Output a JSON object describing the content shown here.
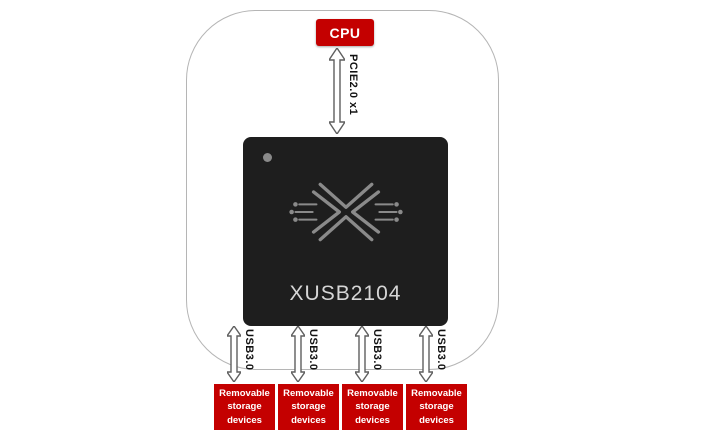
{
  "cpu": {
    "label": "CPU"
  },
  "pcie_link": {
    "label": "PCIE2.0",
    "speed": "x1"
  },
  "chip": {
    "name": "XUSB2104"
  },
  "usb_ports": [
    {
      "bus_label": "USB3.0",
      "device_label": "Removable storage devices"
    },
    {
      "bus_label": "USB3.0",
      "device_label": "Removable storage devices"
    },
    {
      "bus_label": "USB3.0",
      "device_label": "Removable storage devices"
    },
    {
      "bus_label": "USB3.0",
      "device_label": "Removable storage devices"
    }
  ],
  "colors": {
    "accent_red": "#c40000",
    "chip_bg": "#1e1e1e",
    "chip_text": "#d6d6d6",
    "logo_gray": "#8a8a8a",
    "arrow_stroke": "#5f5f5f",
    "frame_border": "#b5b5b5",
    "label_color": "#111111"
  }
}
